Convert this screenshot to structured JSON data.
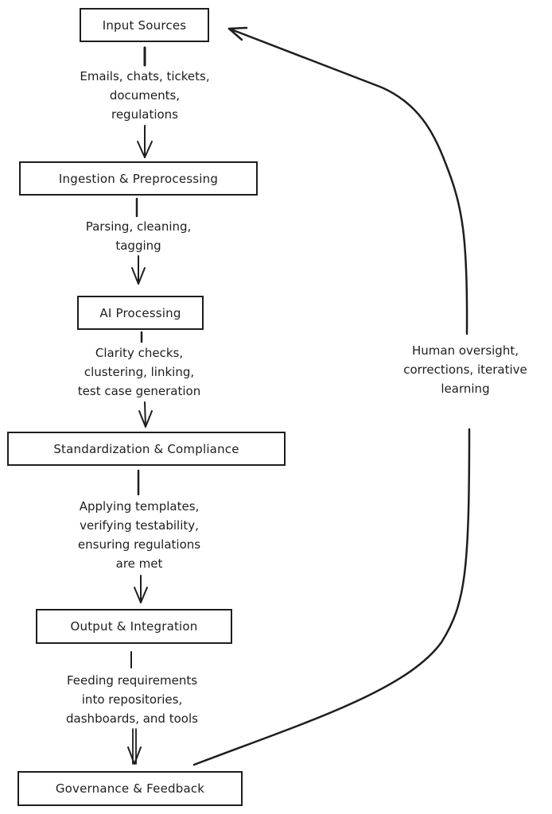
{
  "diagram": {
    "nodes": [
      {
        "id": "input",
        "label": "Input Sources"
      },
      {
        "id": "ingestion",
        "label": "Ingestion & Preprocessing"
      },
      {
        "id": "ai",
        "label": "AI Processing"
      },
      {
        "id": "standardization",
        "label": "Standardization & Compliance"
      },
      {
        "id": "output",
        "label": "Output & Integration"
      },
      {
        "id": "governance",
        "label": "Governance & Feedback"
      }
    ],
    "edges": [
      {
        "from": "input",
        "to": "ingestion",
        "lines": [
          "Emails, chats, tickets,",
          "documents,",
          "regulations"
        ]
      },
      {
        "from": "ingestion",
        "to": "ai",
        "lines": [
          "Parsing, cleaning,",
          "tagging"
        ]
      },
      {
        "from": "ai",
        "to": "standardization",
        "lines": [
          "Clarity checks,",
          "clustering, linking,",
          "test case generation"
        ]
      },
      {
        "from": "standardization",
        "to": "output",
        "lines": [
          "Applying templates,",
          "verifying testability,",
          "ensuring regulations",
          "are met"
        ]
      },
      {
        "from": "output",
        "to": "governance",
        "lines": [
          "Feeding requirements",
          "into repositories,",
          "dashboards, and tools"
        ]
      },
      {
        "from": "governance",
        "to": "input",
        "lines": [
          "Human oversight,",
          "corrections, iterative",
          "learning"
        ]
      }
    ]
  }
}
